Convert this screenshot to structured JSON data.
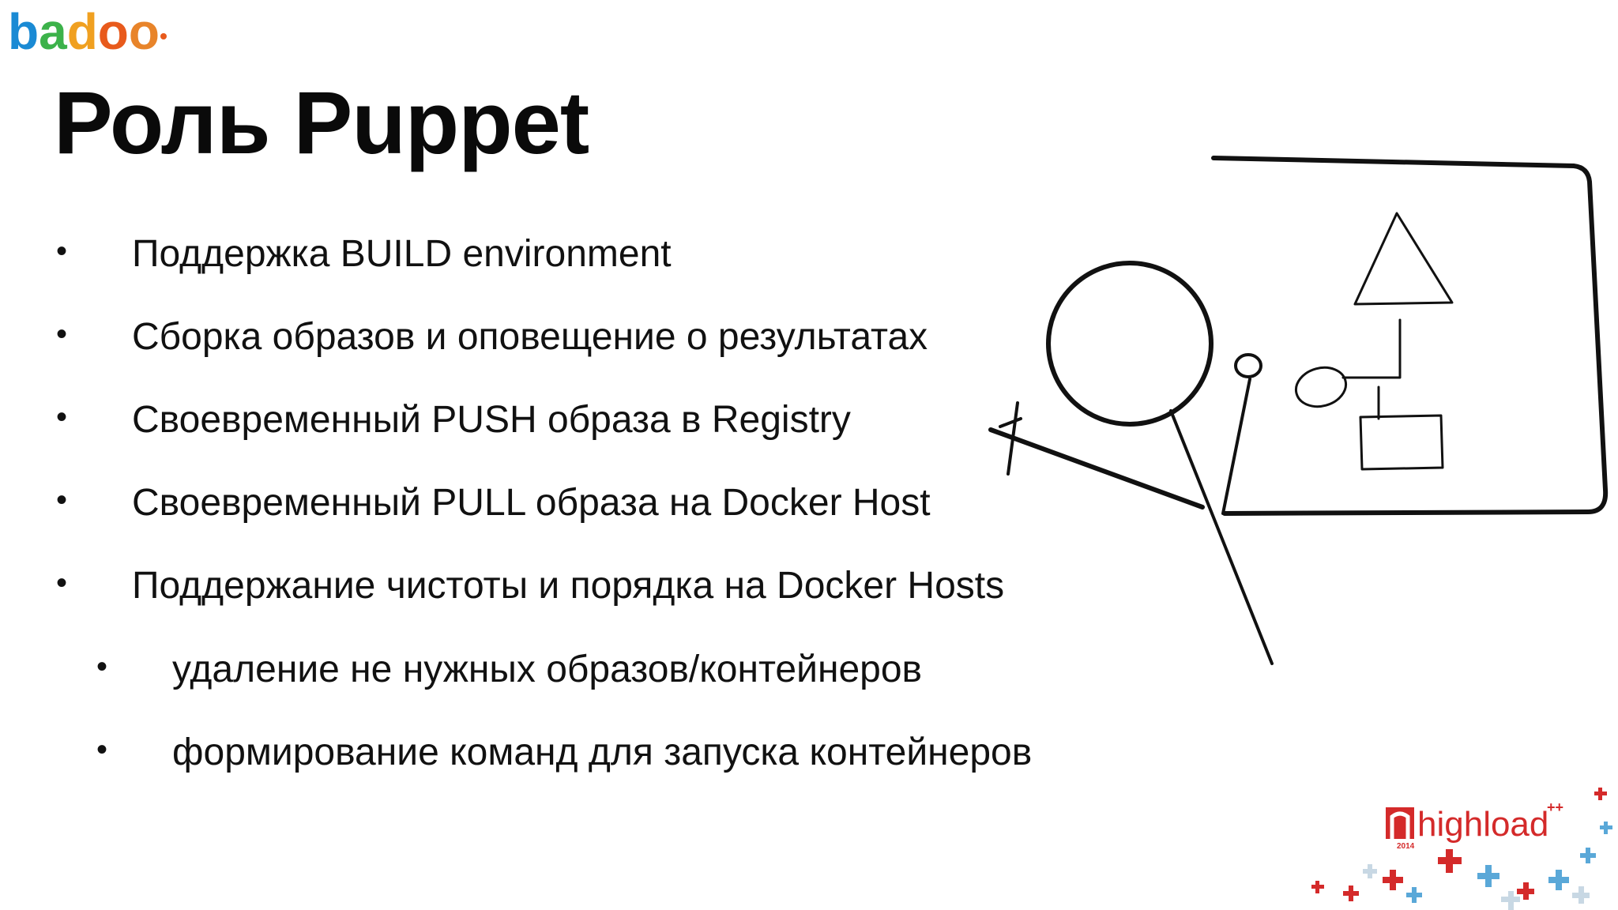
{
  "logo": {
    "text": "badoo",
    "colors": [
      "#1a8ad4",
      "#3cb24a",
      "#f0a020",
      "#e85a1c",
      "#d83a8a"
    ]
  },
  "title": "Роль Puppet",
  "bullets": [
    {
      "text": "Поддержка BUILD environment",
      "level": 1
    },
    {
      "text": "Сборка образов и оповещение о результатах",
      "level": 1
    },
    {
      "text": "Своевременный PUSH образа в Registry",
      "level": 1
    },
    {
      "text": "Своевременный PULL образа на Docker Host",
      "level": 1
    },
    {
      "text": "Поддержание чистоты и порядка на Docker Hosts",
      "level": 1
    },
    {
      "text": "удаление не нужных образов/контейнеров",
      "level": 2
    },
    {
      "text": "формирование команд для запуска контейнеров",
      "level": 2
    }
  ],
  "bullet_glyph": "•",
  "event_logo": {
    "brand": "highload",
    "superscript": "++",
    "year": "2014",
    "accent": "#d42a2a"
  }
}
